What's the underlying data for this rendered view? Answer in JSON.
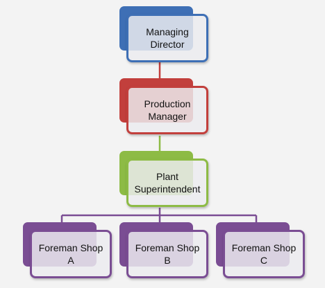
{
  "colors": {
    "background": "#f3f3f3",
    "level1": "#3e6fb5",
    "level2": "#c23f3c",
    "level3": "#8dbb45",
    "level4": "#7a4d93"
  },
  "nodes": {
    "managing_director": "Managing\nDirector",
    "production_manager": "Production\nManager",
    "plant_superintendent": "Plant\nSuperintendent",
    "foreman_a": "Foreman Shop\nA",
    "foreman_b": "Foreman Shop\nB",
    "foreman_c": "Foreman Shop\nC"
  }
}
